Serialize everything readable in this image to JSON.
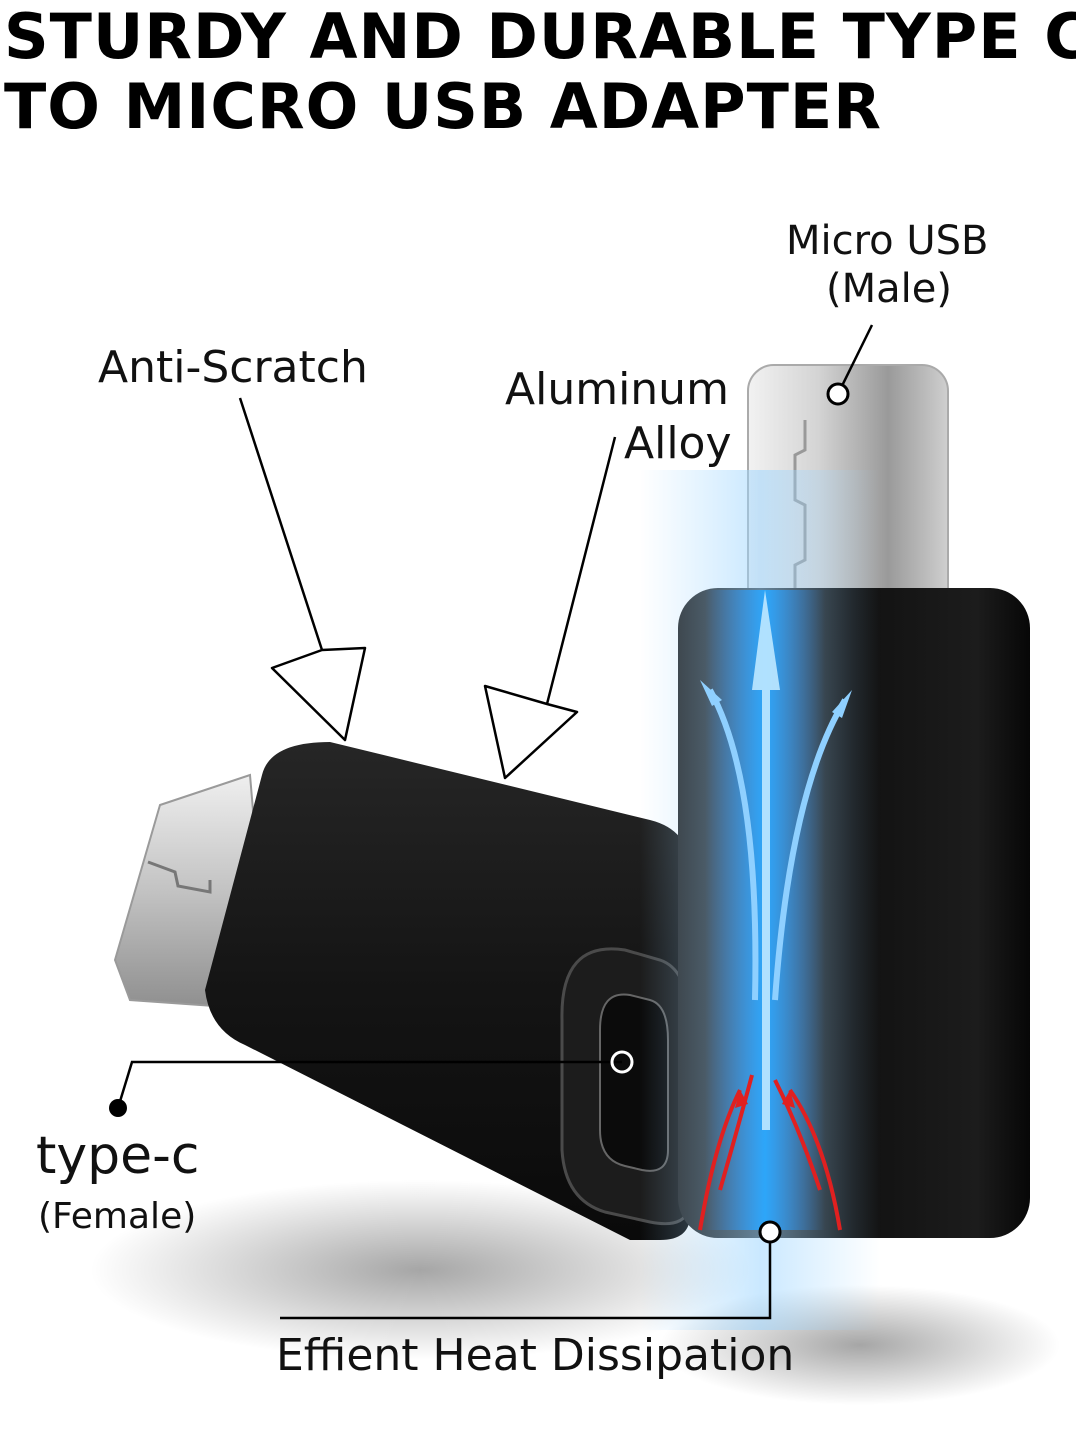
{
  "headline": {
    "line1": "STURDY AND DURABLE TYPE C",
    "line2": "TO MICRO USB ADAPTER"
  },
  "callouts": {
    "micro_usb": "Micro USB",
    "micro_usb_sub": "(Male)",
    "anti_scratch": "Anti-Scratch",
    "aluminum": "Aluminum",
    "alloy": "Alloy",
    "type_c": "type-c",
    "type_c_sub": "(Female)",
    "heat": "Effient Heat Dissipation"
  },
  "colors": {
    "adapter_body": "#141414",
    "metal_plug": "#c8c8c8",
    "cool_airflow": "#3aa8ff",
    "warm_airflow": "#e02020"
  }
}
